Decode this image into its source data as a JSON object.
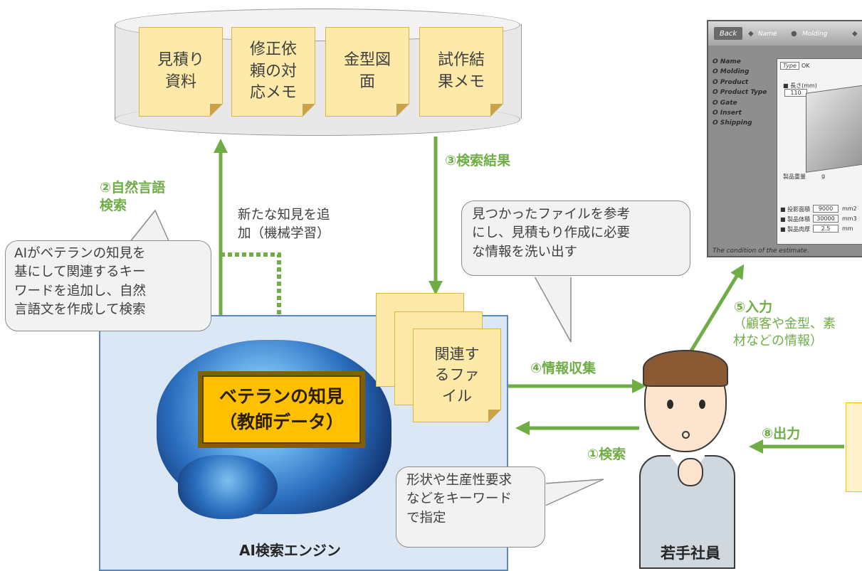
{
  "database": {
    "notes": [
      {
        "text": "見積り\n資料"
      },
      {
        "text": "修正依\n頼の対\n応メモ"
      },
      {
        "text": "金型図\n面"
      },
      {
        "text": "試作結\n果メモ"
      }
    ]
  },
  "flow_labels": {
    "natural_search": "②自然言語\n検索",
    "search_result": "③検索結果",
    "info_collect": "④情報収集",
    "search": "①検索",
    "input": "⑤入力",
    "input_detail": "（顧客や金型、素\n材などの情報）",
    "output": "⑧出力"
  },
  "machine_learning": "新たな知見を追\n加（機械学習）",
  "callouts": {
    "ai_keywords": "AIがベテランの知見を\n基にして関連するキー\nワードを追加し、自然\n言語文を作成して検索",
    "found_files": "見つかったファイルを参考\nにし、見積もり作成に必要\nな情報を洗い出す",
    "shape_keywords": "形状や生産性要求\nなどをキーワード\nで指定"
  },
  "related_files": "関連す\nるファ\nイル",
  "veteran": "ベテランの知見\n（教師データ）",
  "engine_label": "AI検索エンジン",
  "employee_label": "若手社員",
  "software": {
    "back_button": "Back",
    "tabs": [
      "Name",
      "Molding"
    ],
    "menu": [
      "O Name",
      "O Molding",
      "O Product",
      "O Product Type",
      "O Gate",
      "O Insert",
      "O Shipping"
    ],
    "type_label": "Type",
    "type_value": "OK",
    "length_label": "■ 長さ(mm)",
    "length_value": "110",
    "weight_label": "製品重量",
    "weight_unit": "g",
    "rows": [
      {
        "label": "■ 投影面積",
        "value": "9000",
        "unit": "mm2"
      },
      {
        "label": "■ 製品体積",
        "value": "30000",
        "unit": "mm3"
      },
      {
        "label": "■ 製品肉厚",
        "value": "2.5",
        "unit": "mm"
      }
    ],
    "status": "The condition of the estimate."
  },
  "colors": {
    "green": "#70ad47",
    "engine_fill": "#dbe7f4",
    "engine_border": "#5b87c2",
    "note_fill": "#fde9a8",
    "veteran_fill": "#ffc000",
    "veteran_border": "#806000"
  }
}
